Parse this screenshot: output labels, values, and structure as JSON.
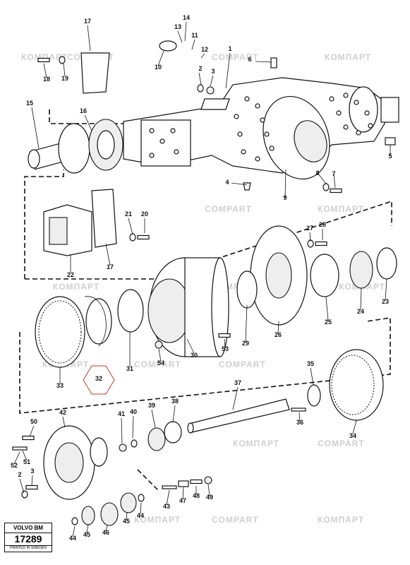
{
  "diagram": {
    "drawing_number": "17289",
    "brand_block": "VOLVO BM",
    "printed_note": "PRINTED IN SWEDEN",
    "watermark_latin": "COMPART",
    "watermark_cyrillic": "КОМПАРТ",
    "callouts": [
      "1",
      "2",
      "3",
      "4",
      "5",
      "6",
      "7",
      "8",
      "9",
      "10",
      "11",
      "12",
      "13",
      "14",
      "15",
      "16",
      "17",
      "17",
      "18",
      "19",
      "20",
      "21",
      "22",
      "23",
      "24",
      "25",
      "26",
      "27",
      "28",
      "29",
      "30",
      "31",
      "32",
      "33",
      "34",
      "35",
      "36",
      "37",
      "38",
      "39",
      "40",
      "41",
      "42",
      "43",
      "44",
      "44",
      "45",
      "45",
      "46",
      "47",
      "48",
      "49",
      "50",
      "51",
      "52",
      "2",
      "3",
      "53",
      "54"
    ]
  }
}
